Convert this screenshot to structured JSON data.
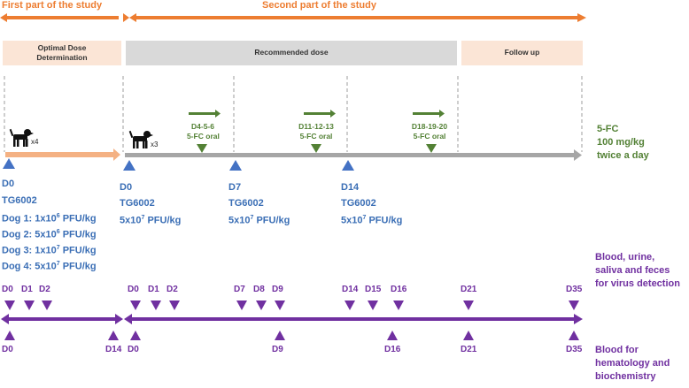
{
  "phases": {
    "first": {
      "title": "First part of the study"
    },
    "second": {
      "title": "Second part of the study"
    }
  },
  "phase_boxes": {
    "optimal": "Optimal Dose Determination",
    "recommended": "Recommended dose",
    "follow_up": "Follow up"
  },
  "dogs": {
    "first_count": "x4",
    "second_count": "x3"
  },
  "colors": {
    "orange": "#ED7D31",
    "light_orange": "#F4B183",
    "box_peach": "#FBE5D6",
    "box_gray": "#D9D9D9",
    "timeline_gray": "#A6A6A6",
    "blue": "#4472C4",
    "green": "#538135",
    "purple": "#7030A0"
  },
  "oral_5fc": {
    "periods": [
      {
        "days": "D4-5-6",
        "label": "5-FC oral"
      },
      {
        "days": "D11-12-13",
        "label": "5-FC oral"
      },
      {
        "days": "D18-19-20",
        "label": "5-FC oral"
      }
    ],
    "dose_note": [
      "5-FC",
      "100 mg/kg",
      "twice a day"
    ]
  },
  "first_dose": {
    "day": "D0",
    "product": "TG6002",
    "dogs": [
      {
        "dog": "Dog 1: 1x10",
        "exp": "6",
        "unit": " PFU/kg"
      },
      {
        "dog": "Dog 2: 5x10",
        "exp": "6",
        "unit": " PFU/kg"
      },
      {
        "dog": "Dog 3: 1x10",
        "exp": "7",
        "unit": " PFU/kg"
      },
      {
        "dog": "Dog 4: 5x10",
        "exp": "7",
        "unit": " PFU/kg"
      }
    ]
  },
  "recommended_doses": [
    {
      "day": "D0",
      "product": "TG6002",
      "dose": "5x10",
      "exp": "7",
      "unit": " PFU/kg"
    },
    {
      "day": "D7",
      "product": "TG6002",
      "dose": "5x10",
      "exp": "7",
      "unit": " PFU/kg"
    },
    {
      "day": "D14",
      "product": "TG6002",
      "dose": "5x10",
      "exp": "7",
      "unit": " PFU/kg"
    }
  ],
  "virus_detection": {
    "label": [
      "Blood, urine,",
      "saliva  and feces",
      "for virus detection"
    ],
    "days": [
      "D0",
      "D1",
      "D2",
      "D0",
      "D1",
      "D2",
      "D7",
      "D8",
      "D9",
      "D14",
      "D15",
      "D16",
      "D21",
      "D35"
    ]
  },
  "hematology": {
    "label": [
      "Blood for",
      "hematology and",
      "biochemistry"
    ],
    "days": [
      "D0",
      "D14",
      "D0",
      "D9",
      "D16",
      "D21",
      "D35"
    ]
  }
}
